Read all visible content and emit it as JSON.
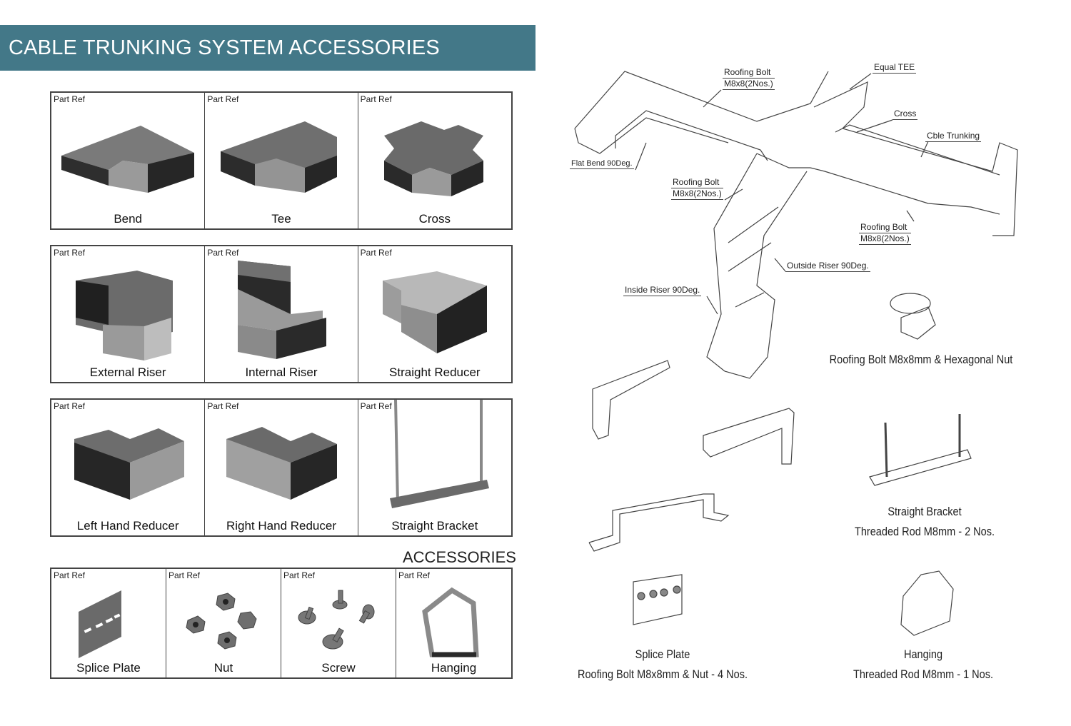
{
  "header": {
    "title": "CABLE TRUNKING SYSTEM ACCESSORIES",
    "band_color": "#437888"
  },
  "grid_rows": [
    {
      "cells": [
        {
          "ref": "Part Ref",
          "name": "Bend",
          "icon": "bend-icon"
        },
        {
          "ref": "Part Ref",
          "name": "Tee",
          "icon": "tee-icon"
        },
        {
          "ref": "Part Ref",
          "name": "Cross",
          "icon": "cross-icon"
        }
      ]
    },
    {
      "cells": [
        {
          "ref": "Part Ref",
          "name": "External Riser",
          "icon": "external-riser-icon"
        },
        {
          "ref": "Part Ref",
          "name": "Internal Riser",
          "icon": "internal-riser-icon"
        },
        {
          "ref": "Part Ref",
          "name": "Straight Reducer",
          "icon": "straight-reducer-icon"
        }
      ]
    },
    {
      "cells": [
        {
          "ref": "Part Ref",
          "name": "Left Hand Reducer",
          "icon": "left-hand-reducer-icon"
        },
        {
          "ref": "Part Ref",
          "name": "Right Hand Reducer",
          "icon": "right-hand-reducer-icon"
        },
        {
          "ref": "Part Ref",
          "name": "Straight Bracket",
          "icon": "straight-bracket-icon"
        }
      ]
    }
  ],
  "accessories": {
    "title": "ACCESSORIES",
    "cells": [
      {
        "ref": "Part Ref",
        "name": "Splice Plate",
        "icon": "splice-plate-icon"
      },
      {
        "ref": "Part Ref",
        "name": "Nut",
        "icon": "nut-icon"
      },
      {
        "ref": "Part Ref",
        "name": "Screw",
        "icon": "screw-icon"
      },
      {
        "ref": "Part Ref",
        "name": "Hanging",
        "icon": "hanging-icon"
      }
    ]
  },
  "diagram": {
    "labels": {
      "roofing_bolt_1": [
        "Roofing Bolt",
        "M8x8(2Nos.)"
      ],
      "equal_tee": "Equal TEE",
      "cross": "Cross",
      "cable_trunking": "Cble Trunking",
      "flat_bend": "Flat Bend 90Deg.",
      "roofing_bolt_2": [
        "Roofing Bolt",
        "M8x8(2Nos.)"
      ],
      "roofing_bolt_3": [
        "Roofing Bolt",
        "M8x8(2Nos.)"
      ],
      "outside_riser": "Outside Riser 90Deg.",
      "inside_riser": "Inside Riser 90Deg."
    },
    "captions": {
      "roofing_bolt": "Roofing Bolt M8x8mm & Hexagonal Nut",
      "straight_bracket": [
        "Straight Bracket",
        "Threaded Rod M8mm - 2 Nos."
      ],
      "splice_plate": [
        "Splice Plate",
        "Roofing Bolt M8x8mm & Nut - 4 Nos."
      ],
      "hanging": [
        "Hanging",
        "Threaded Rod M8mm - 1 Nos."
      ]
    }
  }
}
